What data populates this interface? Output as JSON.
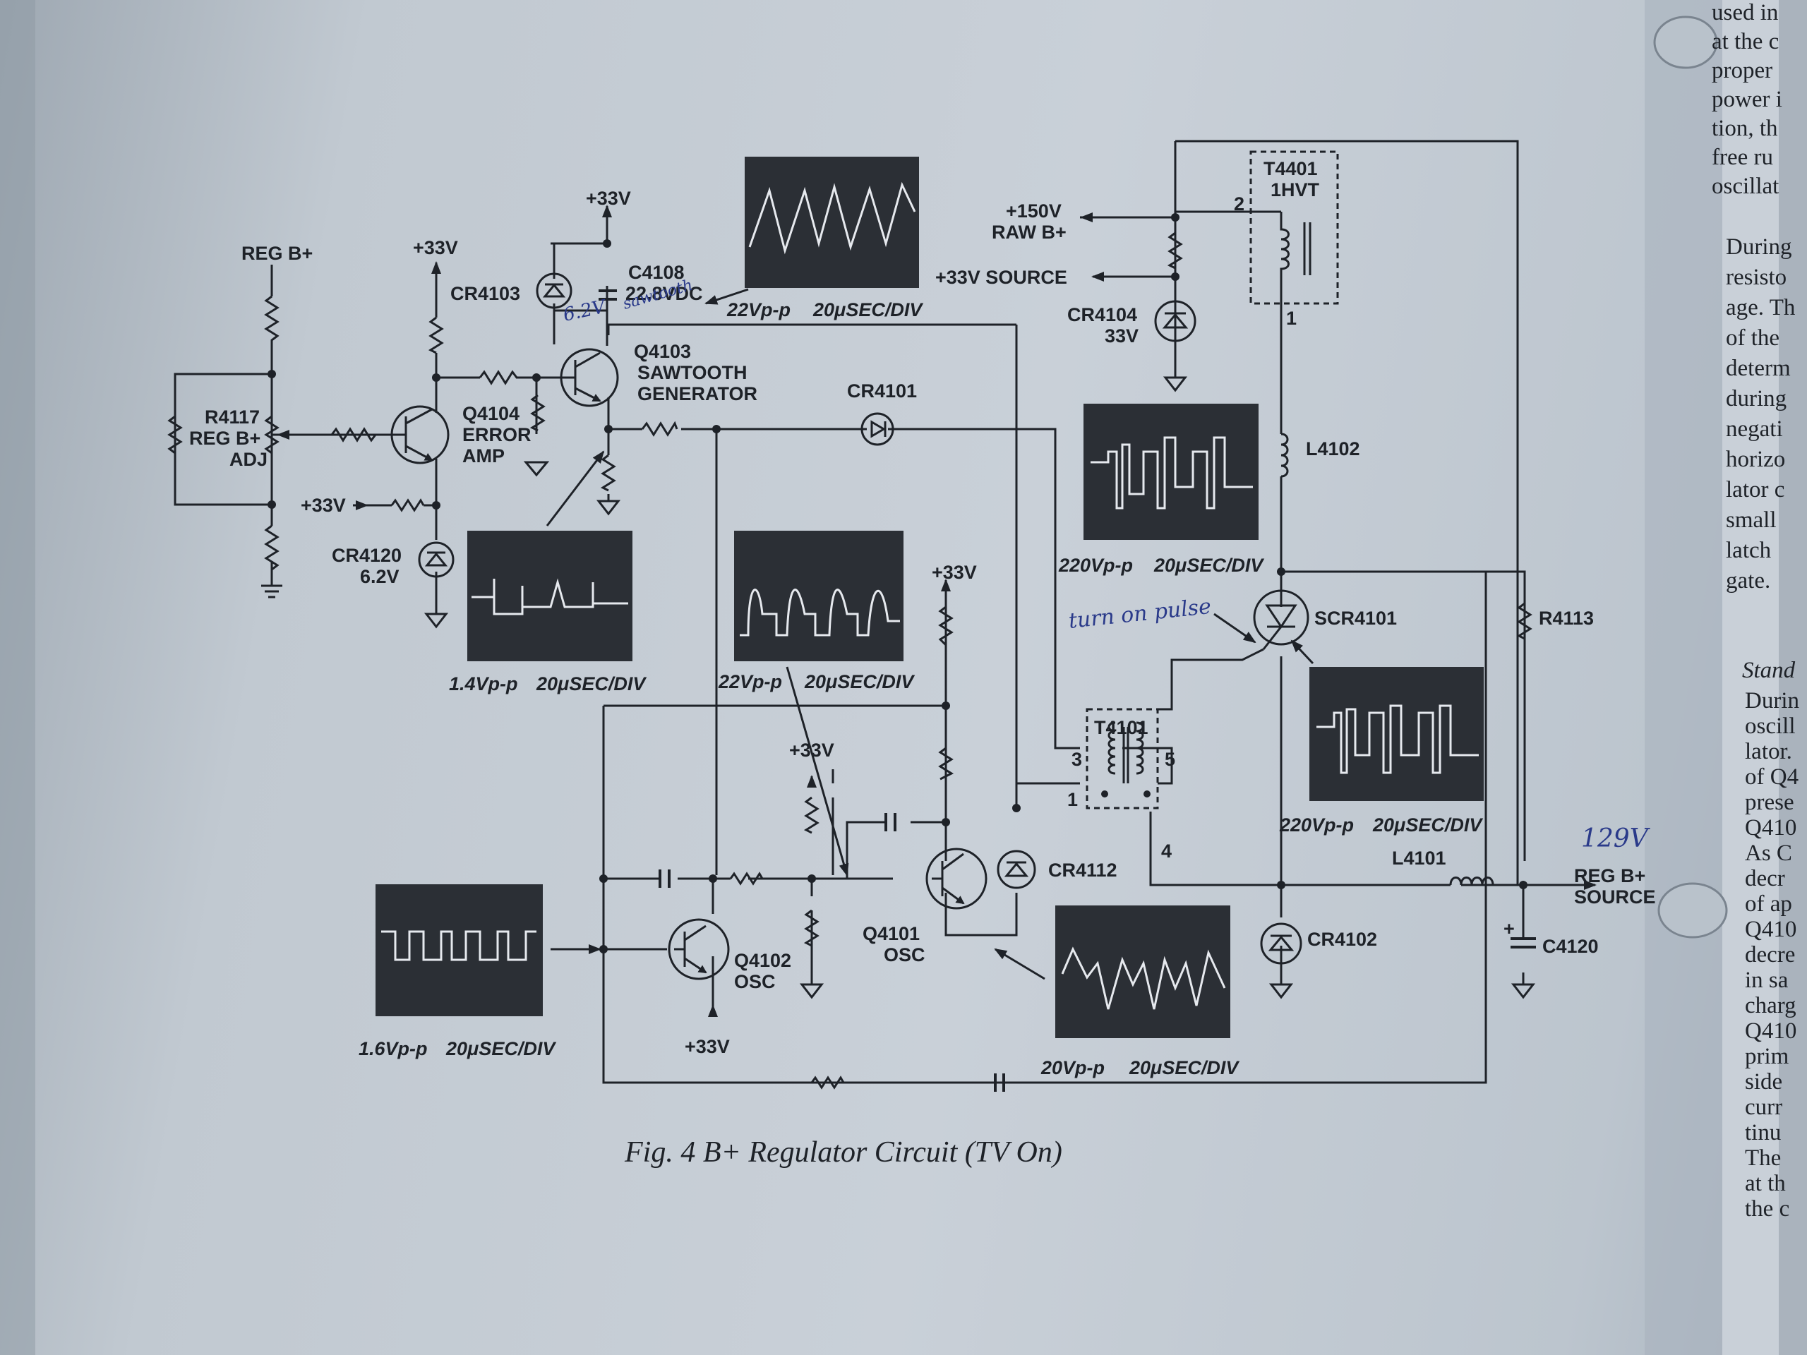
{
  "caption": "Fig. 4 B+ Regulator Circuit (TV On)",
  "labels": {
    "reg_b_top": "REG B+",
    "p33_a": "+33V",
    "p33_b": "+33V",
    "p33_c": "+33V",
    "p33_d": "+33V",
    "p33_e": "+33V",
    "p33_f": "+33V",
    "r4117": "R4117",
    "r4117_b": "REG B+",
    "r4117_c": "ADJ",
    "cr4103": "CR4103",
    "c4108": "C4108",
    "c4108_v": "22.8VDC",
    "q4103": "Q4103",
    "q4103_b": "SAWTOOTH",
    "q4103_c": "GENERATOR",
    "q4104": "Q4104",
    "q4104_b": "ERROR",
    "q4104_c": "AMP",
    "cr4120": "CR4120",
    "cr4120_v": "6.2V",
    "cr4101": "CR4101",
    "raw_b1": "+150V",
    "raw_b2": "RAW B+",
    "src33": "+33V SOURCE",
    "t4401": "T4401",
    "t4401_b": "1HVT",
    "t4401_p2": "2",
    "t4401_p1": "1",
    "cr4104": "CR4104",
    "cr4104_v": "33V",
    "l4102": "L4102",
    "scr4101": "SCR4101",
    "r4113": "R4113",
    "t4101": "T4101",
    "t4101_p3": "3",
    "t4101_p5": "5",
    "t4101_p1": "1",
    "t4101_p4": "4",
    "cr4112": "CR4112",
    "q4101": "Q4101",
    "q4101_b": "OSC",
    "q4102": "Q4102",
    "q4102_b": "OSC",
    "l4101": "L4101",
    "reg_src1": "REG B+",
    "reg_src2": "SOURCE",
    "cr4102": "CR4102",
    "c4120": "C4120",
    "c4120_plus": "+"
  },
  "waveform_labels": {
    "w1_amp": "22Vp-p",
    "w1_time": "20μSEC/DIV",
    "w2_amp": "220Vp-p",
    "w2_time": "20μSEC/DIV",
    "w3_amp": "1.4Vp-p",
    "w3_time": "20μSEC/DIV",
    "w4_amp": "22Vp-p",
    "w4_time": "20μSEC/DIV",
    "w5_amp": "220Vp-p",
    "w5_time": "20μSEC/DIV",
    "w6_amp": "1.6Vp-p",
    "w6_time": "20μSEC/DIV",
    "w7_amp": "20Vp-p",
    "w7_time": "20μSEC/DIV"
  },
  "handwriting": {
    "note1": "6.2V",
    "note1b": "sawtooth",
    "note2": "turn on pulse",
    "note3": "129V"
  },
  "side_text": {
    "top": [
      "used in",
      "at the c",
      "proper",
      "power i",
      "tion, th",
      "free ru",
      "oscillat"
    ],
    "mid": [
      "During",
      "resisto",
      "age. Th",
      "of the",
      "determ",
      "during",
      "negati",
      "horizo",
      "lator c",
      "small",
      "latch",
      "gate."
    ],
    "stand": "Stand",
    "bottom": [
      "Durin",
      "oscill",
      "lator.",
      "of Q4",
      "prese",
      "Q410",
      "As C",
      "decr",
      "of ap",
      "Q410",
      "decre",
      "in sa",
      "charg",
      "Q410",
      "prim",
      "side",
      "curr",
      "tinu",
      "The",
      "at th",
      "the c"
    ]
  }
}
